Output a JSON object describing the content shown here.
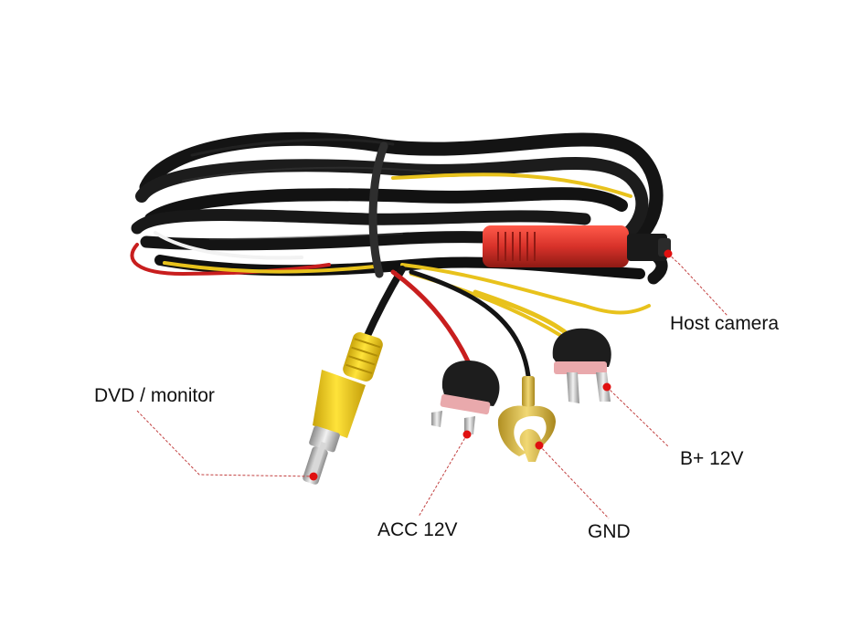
{
  "labels": {
    "host_camera": "Host camera",
    "dvd_monitor": "DVD / monitor",
    "b_plus": "B+ 12V",
    "acc": "ACC 12V",
    "gnd": "GND"
  },
  "colors": {
    "cable": "#141414",
    "red_connector": "#d8322a",
    "yellow_rca": "#f2d21a",
    "yellow_wire": "#e8c21c",
    "red_wire": "#c81e1e",
    "fuse_pink": "#e9a9ac",
    "spade_gold": "#d6b544",
    "marker_dot": "#e01010",
    "leader_line": "#c24040"
  }
}
